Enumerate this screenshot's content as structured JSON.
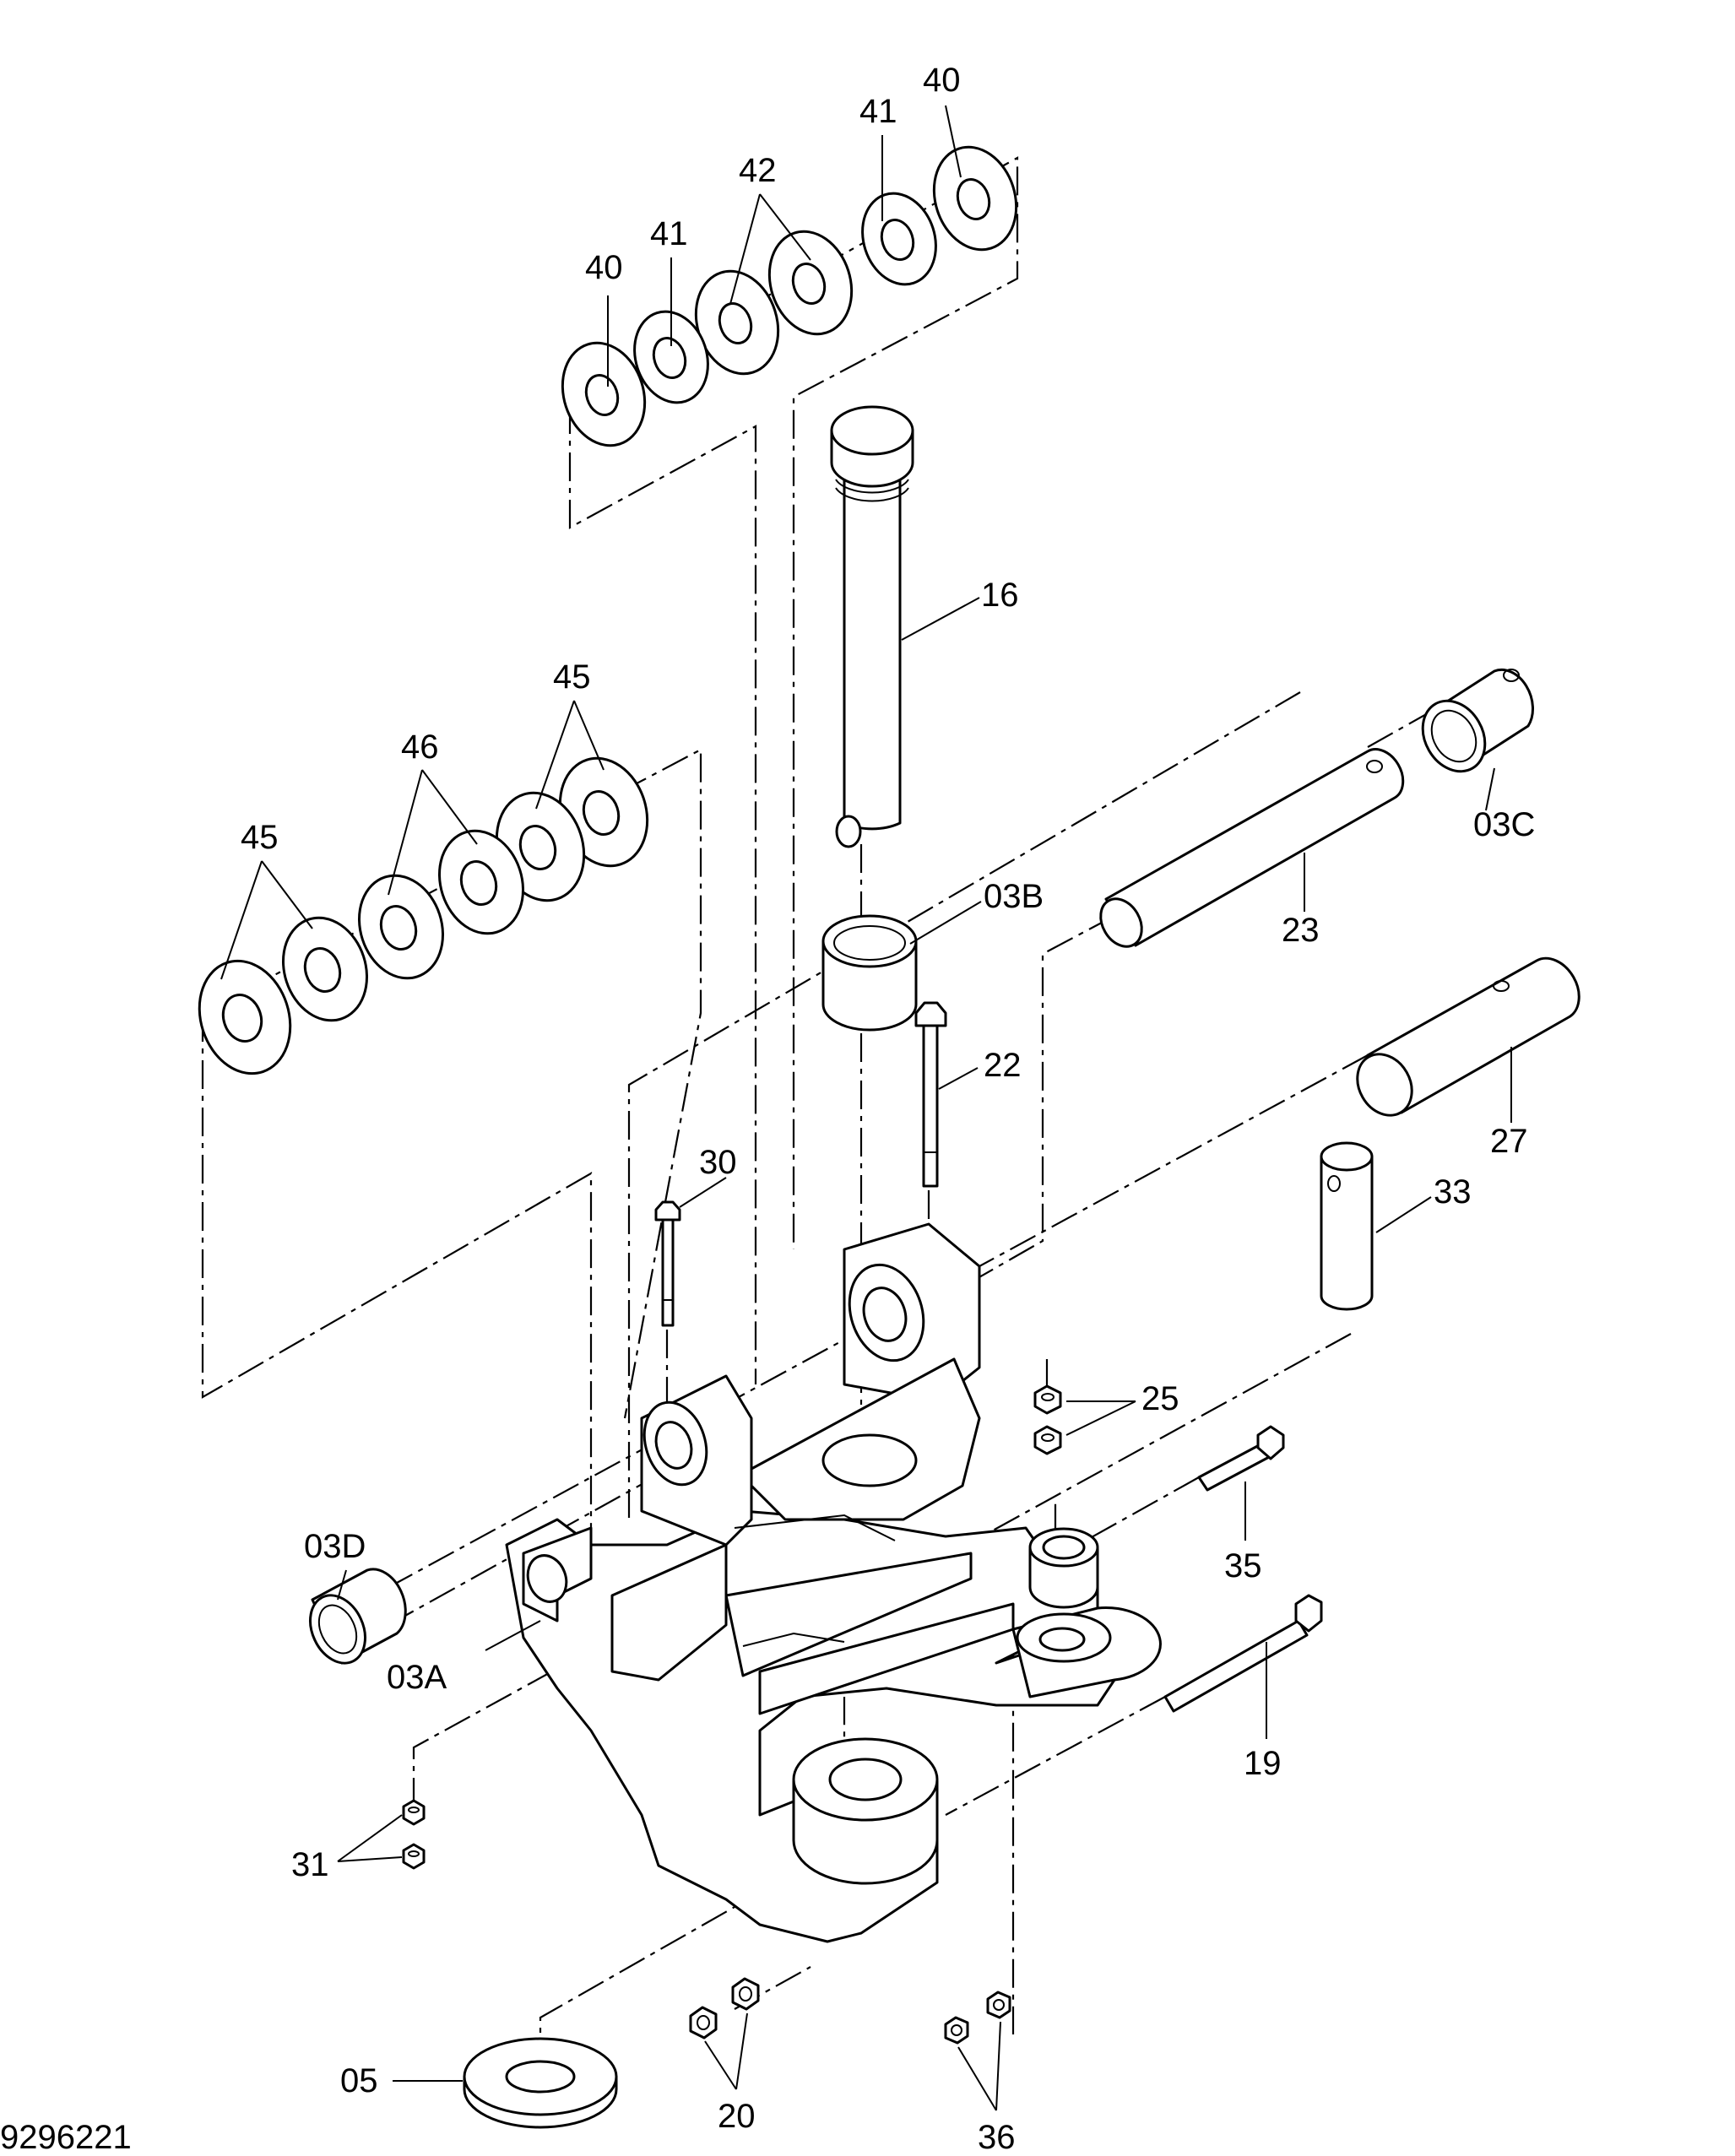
{
  "drawing_number": "9296221",
  "callouts": {
    "c40a": "40",
    "c41a": "41",
    "c42": "42",
    "c40b": "40",
    "c41b": "41",
    "c16": "16",
    "c45a": "45",
    "c46": "46",
    "c45b": "45",
    "c03b": "03B",
    "c03c": "03C",
    "c23": "23",
    "c22": "22",
    "c27": "27",
    "c30": "30",
    "c33": "33",
    "c25": "25",
    "c03d": "03D",
    "c03a": "03A",
    "c35": "35",
    "c19": "19",
    "c31": "31",
    "c05": "05",
    "c20": "20",
    "c36": "36"
  }
}
